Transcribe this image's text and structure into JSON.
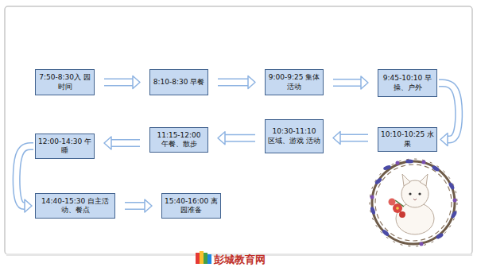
{
  "diagram": {
    "nodes": [
      {
        "text": [
          "7:50-8:30入 园时间"
        ]
      },
      {
        "text": [
          "8:10-8:30 早餐"
        ]
      },
      {
        "text": [
          "9:00-9:25 集体活动"
        ]
      },
      {
        "text": [
          "9:45-10:10 早操、户外"
        ]
      },
      {
        "text": [
          "10:10-10:25 水果"
        ]
      },
      {
        "text": [
          "10:30-11:10 区域、游戏 活动"
        ]
      },
      {
        "text": [
          "11:15-12:00 午餐、散步"
        ]
      },
      {
        "text": [
          "12:00-14:30 午睡"
        ]
      },
      {
        "text": [
          "14:40-15:30 自主活动、餐点"
        ]
      },
      {
        "text": [
          "15:40-16:00 离园准备"
        ]
      }
    ],
    "edges": [
      {
        "from": 0,
        "to": 1,
        "arrow": "to"
      },
      {
        "from": 1,
        "to": 2,
        "arrow": "to"
      },
      {
        "from": 2,
        "to": 3,
        "arrow": "to"
      },
      {
        "from": 3,
        "to": 4,
        "arrow": "to"
      },
      {
        "from": 4,
        "to": 5,
        "arrow": "to"
      },
      {
        "from": 5,
        "to": 6,
        "arrow": "to"
      },
      {
        "from": 6,
        "to": 7,
        "arrow": "to"
      },
      {
        "from": 7,
        "to": 8,
        "arrow": "to"
      },
      {
        "from": 8,
        "to": 9,
        "arrow": "to"
      }
    ],
    "labels": [
      "彭城教育网"
    ]
  }
}
